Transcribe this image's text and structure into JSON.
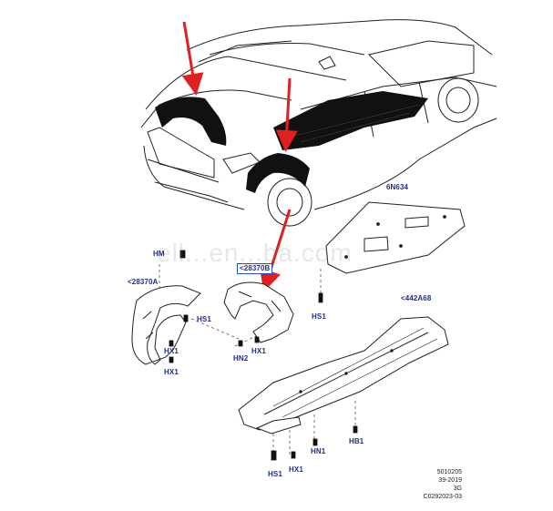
{
  "labels": {
    "part_6n634": "6N634",
    "part_hm": "HM",
    "part_28370b": "<28370B",
    "part_28370a": "<28370A",
    "hs1_left": "HS1",
    "hx1_a": "HX1",
    "hx1_b": "HX1",
    "hx1_c": "HX1",
    "hn2": "HN2",
    "hs1_mid": "HS1",
    "part_442a68": "<442A68",
    "hn1": "HN1",
    "hb1": "HB1",
    "hs1_bottom": "HS1",
    "hx1_bottom": "HX1"
  },
  "reference": {
    "line1": "5010205",
    "line2": "39-2019",
    "line3": "3G",
    "line4": "C0292023-03"
  },
  "watermark": "ell...en...ba.com",
  "colors": {
    "callout": "#1f2f8f",
    "arrow": "#e02020",
    "line": "#222222",
    "part_fill": "#111111"
  }
}
